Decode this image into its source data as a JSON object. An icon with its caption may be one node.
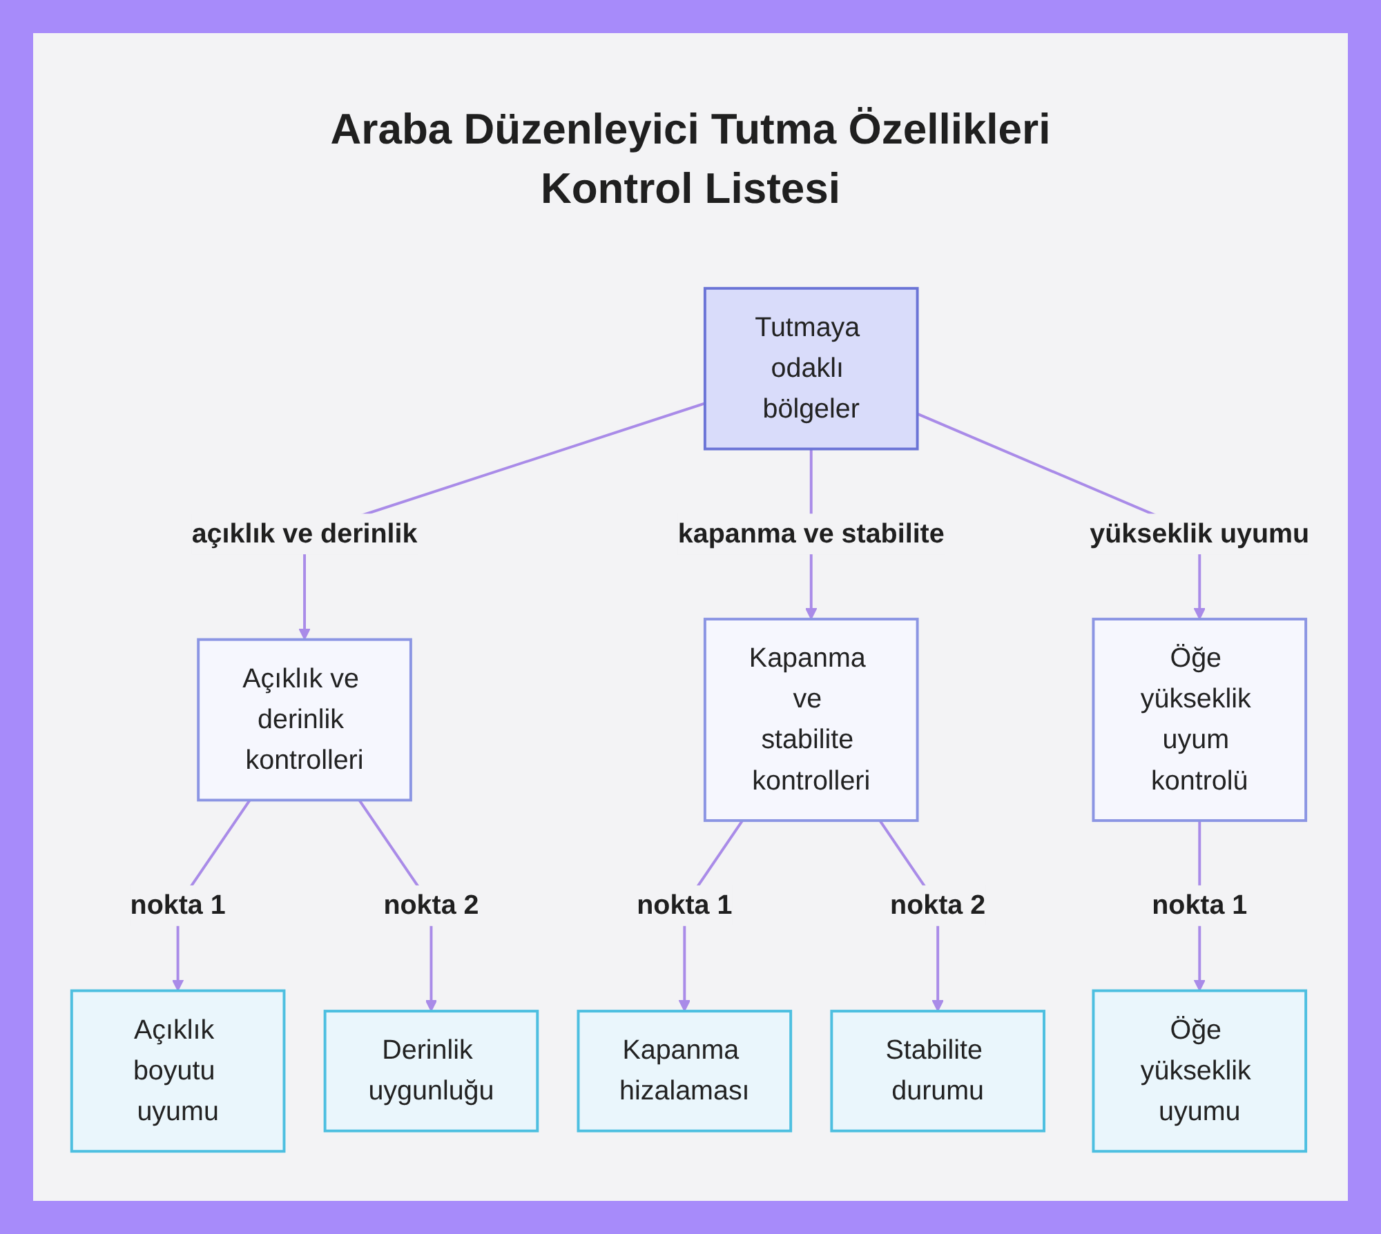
{
  "diagram": {
    "title": "Araba Düzenleyici Tutma Özellikleri Kontrol Listesi",
    "nodes": [
      {
        "text": [
          "Tutmaya odaklı bölgeler"
        ]
      },
      {
        "text": [
          "Açıklık ve derinlik kontrolleri"
        ]
      },
      {
        "text": [
          "Kapanma ve stabilite kontrolleri"
        ]
      },
      {
        "text": [
          "Öğe yükseklik uyum kontrolü"
        ]
      },
      {
        "text": [
          "Açıklık boyutu uyumu"
        ]
      },
      {
        "text": [
          "Derinlik uygunluğu"
        ]
      },
      {
        "text": [
          "Kapanma hizalaması"
        ]
      },
      {
        "text": [
          "Stabilite durumu"
        ]
      },
      {
        "text": [
          "Öğe yükseklik uyumu"
        ]
      }
    ],
    "edges": [
      {
        "from": 0,
        "to": 1,
        "arrow": "to",
        "label": "açıklık ve derinlik"
      },
      {
        "from": 0,
        "to": 2,
        "arrow": "to",
        "label": "kapanma ve stabilite"
      },
      {
        "from": 0,
        "to": 3,
        "arrow": "to",
        "label": "yükseklik uyumu"
      },
      {
        "from": 1,
        "to": 4,
        "arrow": "to",
        "label": "nokta 1"
      },
      {
        "from": 1,
        "to": 5,
        "arrow": "to",
        "label": "nokta 2"
      },
      {
        "from": 2,
        "to": 6,
        "arrow": "to",
        "label": "nokta 1"
      },
      {
        "from": 2,
        "to": 7,
        "arrow": "to",
        "label": "nokta 2"
      },
      {
        "from": 3,
        "to": 8,
        "arrow": "to",
        "label": "nokta 1"
      }
    ]
  }
}
